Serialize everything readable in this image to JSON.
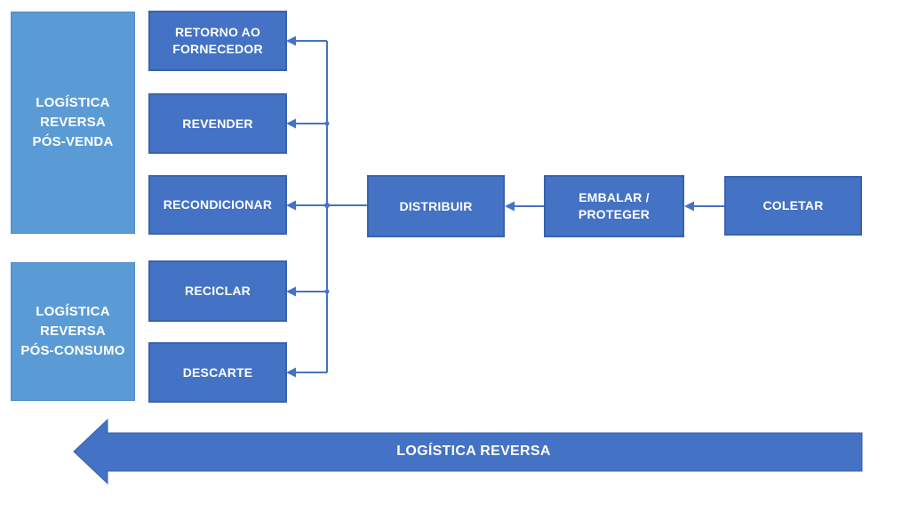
{
  "diagram": {
    "categories": [
      {
        "id": "pos-venda",
        "label": "LOGÍSTICA\nREVERSA\nPÓS-VENDA"
      },
      {
        "id": "pos-consumo",
        "label": "LOGÍSTICA\nREVERSA\nPÓS-CONSUMO"
      }
    ],
    "destinations": [
      {
        "id": "retorno-ao-fornecedor",
        "label": "RETORNO AO\nFORNECEDOR"
      },
      {
        "id": "revender",
        "label": "REVENDER"
      },
      {
        "id": "recondicionar",
        "label": "RECONDICIONAR"
      },
      {
        "id": "reciclar",
        "label": "RECICLAR"
      },
      {
        "id": "descarte",
        "label": "DESCARTE"
      }
    ],
    "process_steps": [
      {
        "id": "distribuir",
        "label": "DISTRIBUIR"
      },
      {
        "id": "embalar-proteger",
        "label": "EMBALAR /\nPROTEGER"
      },
      {
        "id": "coletar",
        "label": "COLETAR"
      }
    ],
    "flow_arrow": {
      "label": "LOGÍSTICA REVERSA",
      "direction": "left"
    },
    "flow_sequence": "COLETAR → EMBALAR / PROTEGER → DISTRIBUIR → (RETORNO AO FORNECEDOR | REVENDER | RECONDICIONAR | RECICLAR | DESCARTE)",
    "colors": {
      "box_dark": "#4472C4",
      "box_dark_border": "#3a62ab",
      "box_light": "#5B9BD5",
      "connector": "#4472C4",
      "text": "#FFFFFF",
      "background": "#FFFFFF"
    }
  }
}
